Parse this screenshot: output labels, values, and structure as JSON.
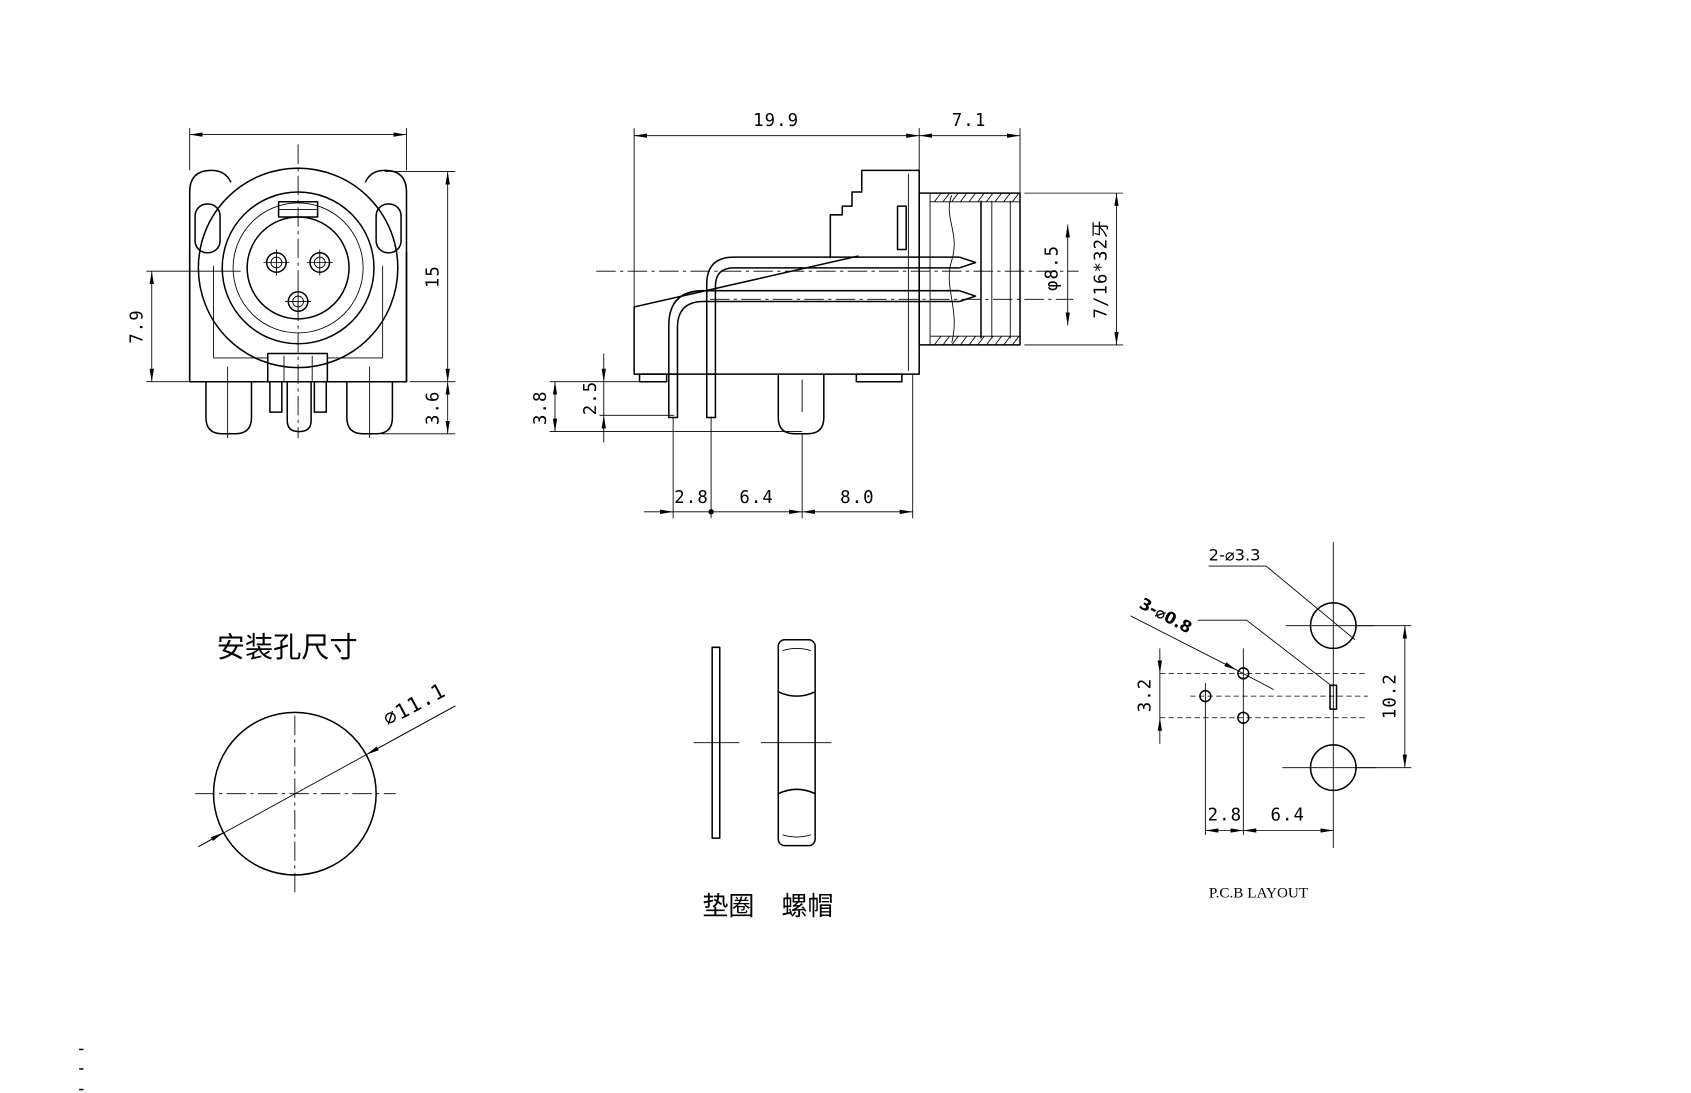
{
  "front_view": {
    "dim_centerline_height": "7.9",
    "dim_body_height": "15",
    "dim_pin_length": "3.6"
  },
  "side_view": {
    "dim_body_length": "19.9",
    "dim_nose_length": "7.1",
    "dim_bore_diameter": "φ8.5",
    "dim_thread": "7/16*32牙",
    "dim_post_height": "3.8",
    "dim_pin_height": "2.5",
    "dim_pin_spacing_1": "2.8",
    "dim_pin_spacing_2": "6.4",
    "dim_post_offset": "8.0"
  },
  "mounting_hole": {
    "title": "安装孔尺寸",
    "dim_diameter": "⌀11.1"
  },
  "hardware": {
    "washer_label": "垫圈",
    "nut_label": "螺帽"
  },
  "pcb_layout": {
    "callout_mount_holes": "2-⌀3.3",
    "callout_pin_holes": "3-⌀0.8",
    "dim_row_pitch": "3.2",
    "dim_mount_pitch": "10.2",
    "dim_offset_1": "2.8",
    "dim_offset_2": "6.4",
    "title": "P.C.B LAYOUT"
  }
}
